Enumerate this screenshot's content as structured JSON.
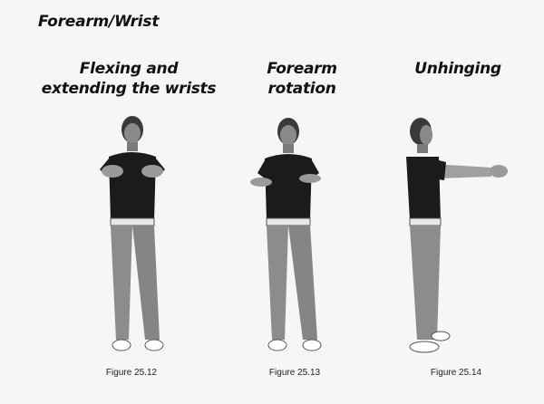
{
  "page": {
    "title": "Forearm/Wrist"
  },
  "exercises": [
    {
      "heading": "Flexing and extending the wrists",
      "caption": "Figure 25.12"
    },
    {
      "heading": "Forearm rotation",
      "caption": "Figure 25.13"
    },
    {
      "heading": "Unhinging",
      "caption": "Figure 25.14"
    }
  ]
}
